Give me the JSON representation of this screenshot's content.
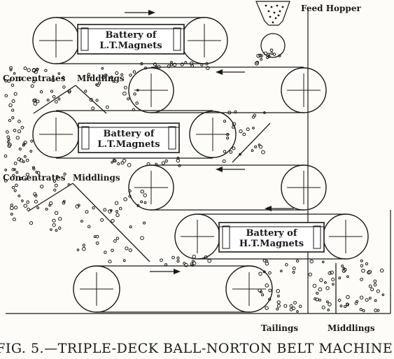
{
  "labels": {
    "feed_hopper": "Feed Hopper",
    "concentrates_1": "Concentrates",
    "middlings_1": "Middlings",
    "concentrates_2": "Concentrates",
    "middlings_2": "Middlings",
    "tailings": "Tailings",
    "middlings_3": "Middlings"
  },
  "batteries": [
    {
      "line1": "Battery of",
      "line2": "L.T.Magnets"
    },
    {
      "line1": "Battery of",
      "line2": "L.T.Magnets"
    },
    {
      "line1": "Battery of",
      "line2": "H.T.Magnets"
    }
  ],
  "caption": "FIG. 5.—TRIPLE-DECK BALL-NORTON BELT MACHINE.",
  "colors": {
    "ink": "#1a1a1a",
    "paper": "#fdfcf8"
  }
}
